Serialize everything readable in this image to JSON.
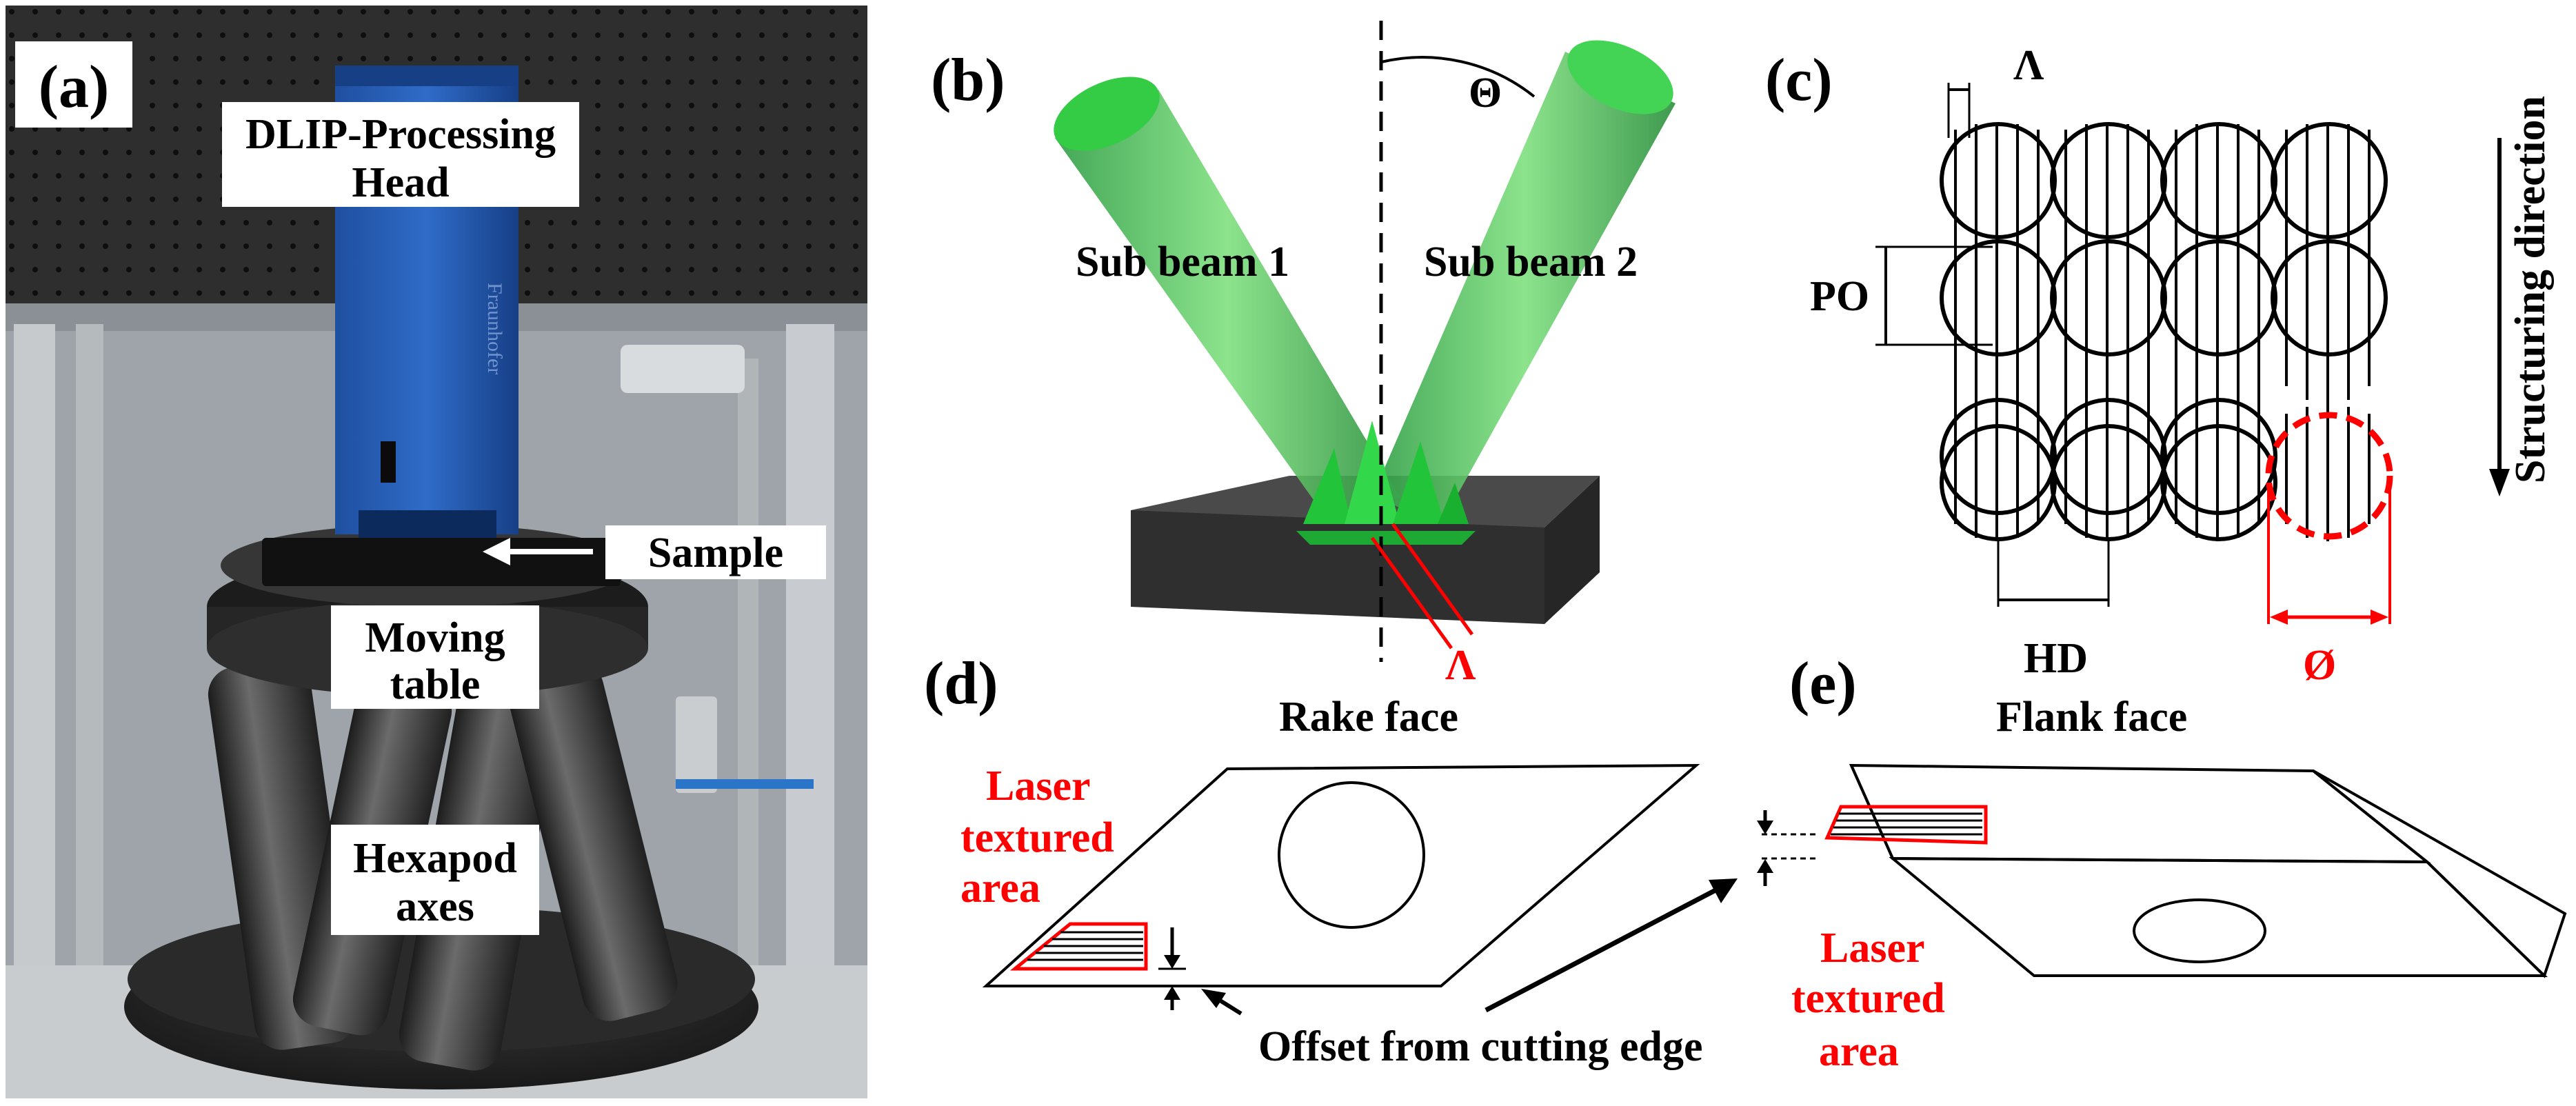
{
  "colors": {
    "accent_red": "#ff0000",
    "beam_green": "#3fbf55",
    "substrate_dark": "#3a3a3a",
    "label_box": "#ffffff"
  },
  "panel_a": {
    "letter": "(a)",
    "labels": {
      "head_line1": "DLIP-Processing",
      "head_line2": "Head",
      "sample": "Sample",
      "table_line1": "Moving",
      "table_line2": "table",
      "hexapod_line1": "Hexapod",
      "hexapod_line2": "axes"
    },
    "head_logo_text": "Fraunhofer"
  },
  "panel_b": {
    "letter": "(b)",
    "theta": "Θ",
    "sub_beam_1": "Sub beam 1",
    "sub_beam_2": "Sub beam 2",
    "period": "Λ"
  },
  "panel_c": {
    "letter": "(c)",
    "period": "Λ",
    "po": "PO",
    "hd": "HD",
    "diameter": "Ø",
    "direction": "Structuring direction"
  },
  "panel_d": {
    "letter": "(d)",
    "face": "Rake face",
    "laser_line1": "Laser",
    "laser_line2": "textured",
    "laser_line3": "area",
    "offset": "Offset from cutting edge"
  },
  "panel_e": {
    "letter": "(e)",
    "face": "Flank face",
    "laser_line1": "Laser",
    "laser_line2": "textured",
    "laser_line3": "area"
  }
}
